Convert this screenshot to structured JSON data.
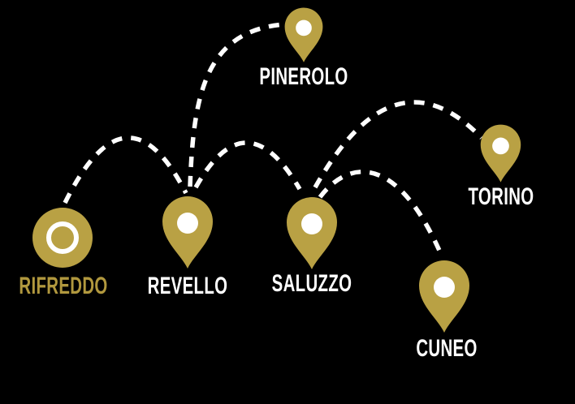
{
  "map": {
    "colors": {
      "background": "#000000",
      "route": "#ffffff",
      "pin": "#b9a144",
      "label": "#ffffff",
      "highlight_label": "#b1983e"
    },
    "cities": [
      {
        "name": "Rifreddo",
        "label": "RIFREDDO",
        "marker": "circle-ring",
        "highlighted": true
      },
      {
        "name": "Revello",
        "label": "REVELLO",
        "marker": "pin",
        "highlighted": false
      },
      {
        "name": "Saluzzo",
        "label": "SALUZZO",
        "marker": "pin",
        "highlighted": false
      },
      {
        "name": "Pinerolo",
        "label": "PINEROLO",
        "marker": "pin",
        "highlighted": false
      },
      {
        "name": "Torino",
        "label": "TORINO",
        "marker": "pin",
        "highlighted": false
      },
      {
        "name": "Cuneo",
        "label": "CUNEO",
        "marker": "pin",
        "highlighted": false
      }
    ],
    "routes": [
      {
        "from": "Rifreddo",
        "to": "Revello",
        "style": "dashed"
      },
      {
        "from": "Revello",
        "to": "Pinerolo",
        "style": "dashed"
      },
      {
        "from": "Revello",
        "to": "Saluzzo",
        "style": "dashed"
      },
      {
        "from": "Saluzzo",
        "to": "Torino",
        "style": "dashed"
      },
      {
        "from": "Saluzzo",
        "to": "Cuneo",
        "style": "dashed"
      }
    ]
  }
}
